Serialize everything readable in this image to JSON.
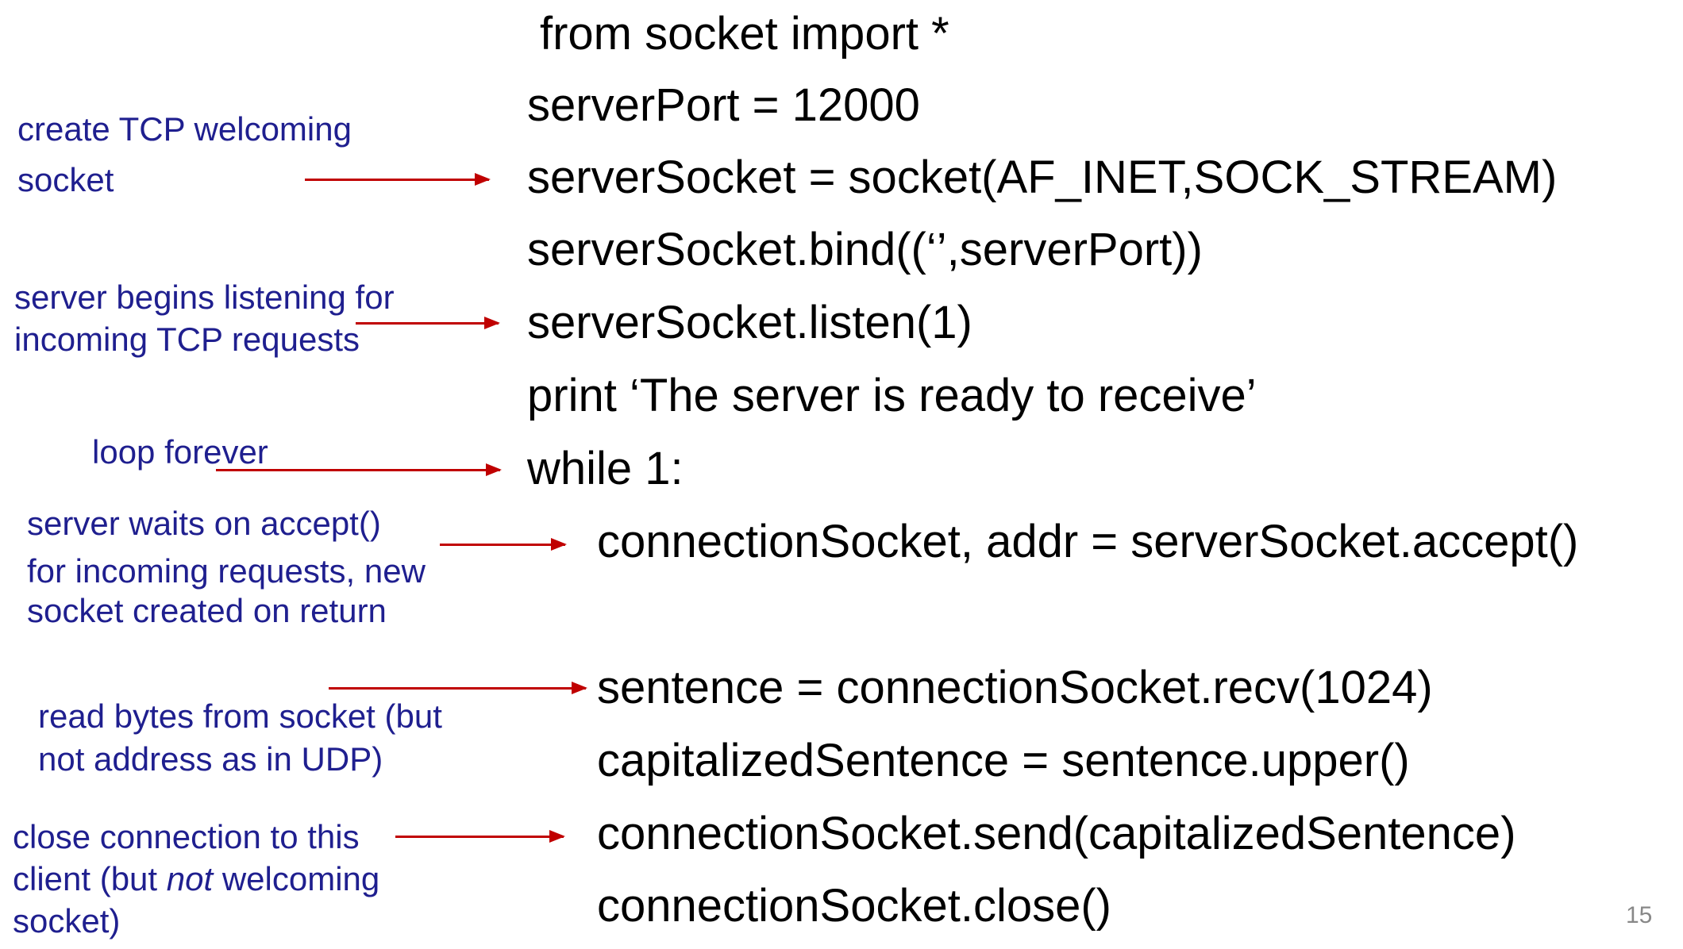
{
  "code_lines": [
    "from socket import *",
    "serverPort = 12000",
    "serverSocket = socket(AF_INET,SOCK_STREAM)",
    "serverSocket.bind((‘’,serverPort))",
    "serverSocket.listen(1)",
    "print ‘The server is ready to receive’",
    "while 1:",
    "connectionSocket, addr = serverSocket.accept()",
    "sentence = connectionSocket.recv(1024)",
    "capitalizedSentence = sentence.upper()",
    "connectionSocket.send(capitalizedSentence)",
    "connectionSocket.close()"
  ],
  "annotations": {
    "welcoming_socket": [
      "create TCP welcoming",
      "socket"
    ],
    "listen": [
      "server begins listening for",
      "incoming TCP requests"
    ],
    "loop": [
      "loop forever"
    ],
    "accept": [
      "server waits on accept()",
      "for incoming requests, new",
      "socket created on return"
    ],
    "recv": [
      "read bytes from socket (but",
      "not address as in UDP)"
    ],
    "close": {
      "line1": "close connection to this",
      "line2_pre": "client (but ",
      "line2_em": "not",
      "line2_post": " welcoming",
      "line3": "socket)"
    }
  },
  "page_number": "15",
  "colors": {
    "annotation": "#1f1f8f",
    "arrow": "#c00000",
    "code": "#000000"
  }
}
